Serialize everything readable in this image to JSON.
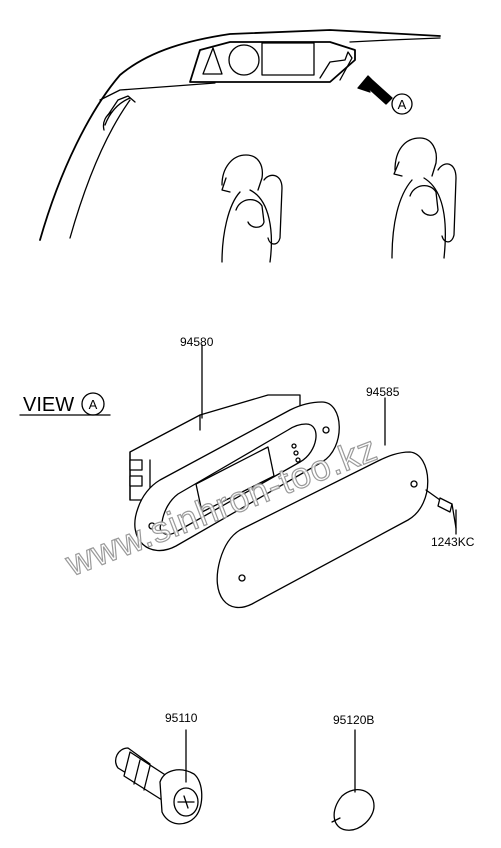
{
  "diagram": {
    "view_marker": "A",
    "view_title": "VIEW",
    "part_numbers": {
      "display_unit": "94580",
      "cover": "94585",
      "screw": "1243KC",
      "cigar_lighter": "95110",
      "cap": "95120B"
    },
    "watermark": "www.sinhron-too.kz"
  }
}
